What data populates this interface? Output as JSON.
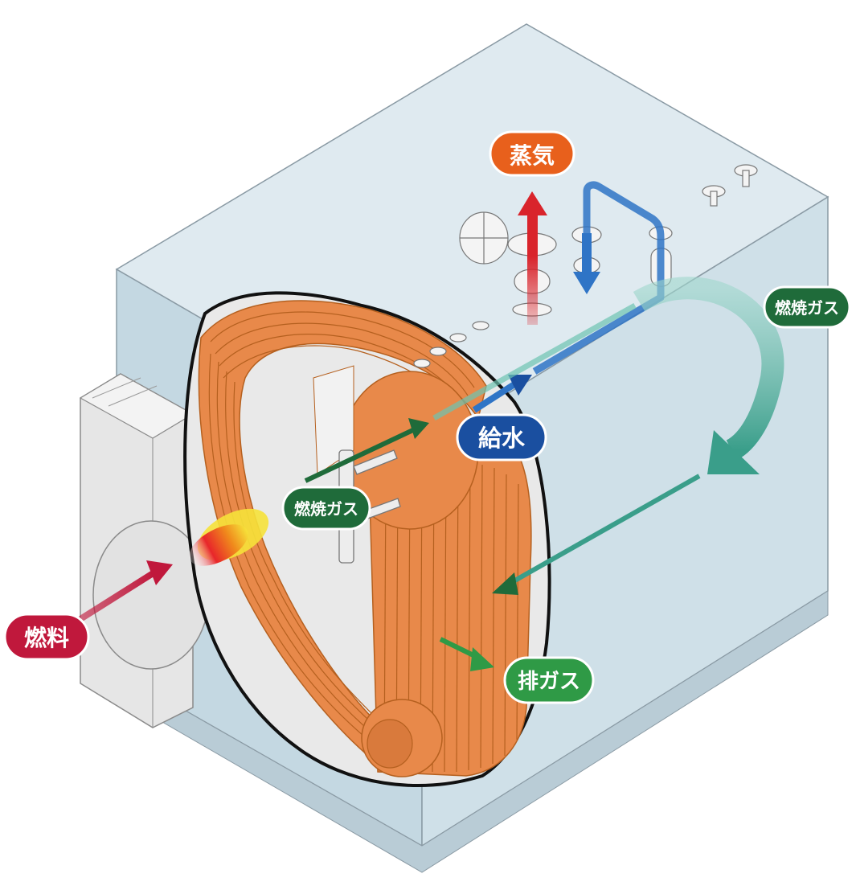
{
  "labels": {
    "steam": "蒸気",
    "feedwater": "給水",
    "combustion_gas_right": "燃焼ガス",
    "combustion_gas_center": "燃焼ガス",
    "fuel": "燃料",
    "exhaust_gas": "排ガス"
  },
  "colors": {
    "steam_label": "#e8601c",
    "feedwater_label": "#1a4fa0",
    "combustion_gas_label": "#1f6b3a",
    "fuel_label": "#c0183c",
    "exhaust_label": "#2f9a46",
    "steam_arrow": "#d9242b",
    "feedwater_arrow": "#2f74c6",
    "gas_arrow": "#3a9e8a",
    "tube_bank": "#e8894a",
    "casing": "#c9dde6"
  },
  "icons": {
    "steam_arrow": "arrow-up-icon",
    "feedwater_arrow": "arrow-down-icon",
    "fuel_arrow": "arrow-right-icon",
    "flame": "flame-icon"
  }
}
